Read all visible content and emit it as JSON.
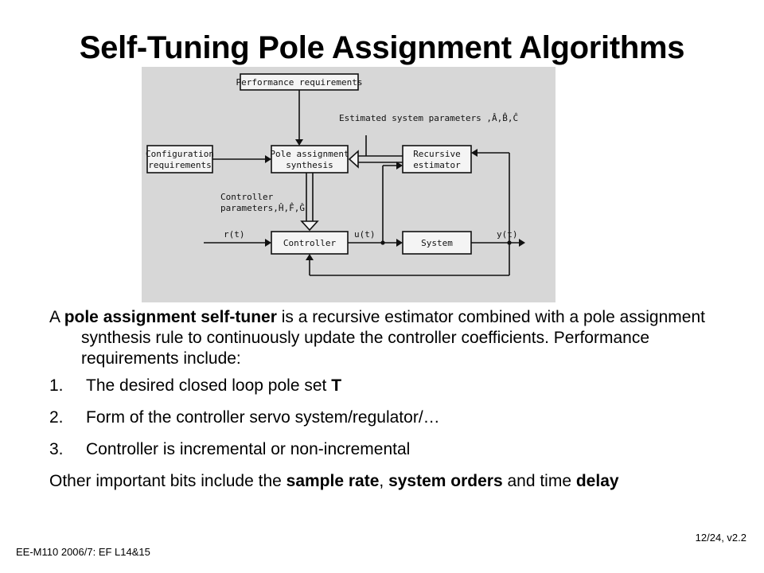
{
  "title": "Self-Tuning Pole Assignment Algorithms",
  "diagram": {
    "blocks": {
      "performance": "Performance requirements",
      "configuration_line1": "Configuration",
      "configuration_line2": "requirements",
      "pole_line1": "Pole assignment",
      "pole_line2": "synthesis",
      "estimator_line1": "Recursive",
      "estimator_line2": "estimator",
      "controller": "Controller",
      "system": "System"
    },
    "labels": {
      "estimated_params": "Estimated system parameters ,Â,B̂,Ĉ",
      "controller_params_line1": "Controller",
      "controller_params_line2": "parameters,Ĥ,F̂,Ĝ",
      "reference": "r(t)",
      "control": "u(t)",
      "output": "y(t)"
    }
  },
  "body": {
    "p1_a": "A ",
    "p1_bold": "pole assignment self-tuner",
    "p1_b": " is a recursive estimator combined with a pole assignment synthesis rule to continuously update the controller coefficients.  Performance requirements include:",
    "items": [
      {
        "num": "1.",
        "text": "The desired closed loop pole set ",
        "bold": "T"
      },
      {
        "num": "2.",
        "text": "Form of the controller servo system/regulator/…",
        "bold": ""
      },
      {
        "num": "3.",
        "text": "Controller is incremental or non-incremental",
        "bold": ""
      }
    ],
    "p2_a": "Other important bits include the ",
    "p2_bold1": "sample rate",
    "p2_b": ", ",
    "p2_bold2": "system orders",
    "p2_c": " and time ",
    "p2_bold3": "delay"
  },
  "footer": {
    "left": "EE-M110 2006/7: EF L14&15",
    "right": "12/24, v2.2"
  }
}
